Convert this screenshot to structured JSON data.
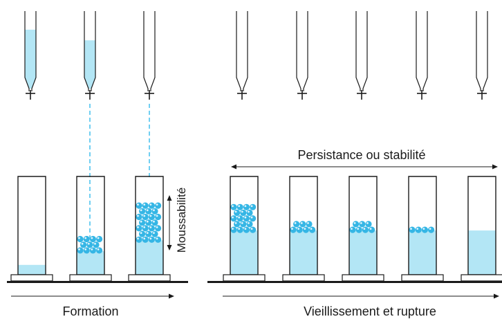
{
  "colors": {
    "liquid": "#b3e6f5",
    "bubble": "#35b6e5",
    "bubble_highlight": "#ffffff",
    "dashed_line": "#4cc3ee",
    "outline": "#1a1a1a",
    "background": "#ffffff"
  },
  "labels": {
    "formation": "Formation",
    "vieillissement": "Vieillissement et rupture",
    "persistance": "Persistance ou stabilité",
    "moussabilite": "Moussabilité"
  },
  "burettes": [
    {
      "fill": 0.72
    },
    {
      "fill": 0.56
    },
    {
      "fill": 0
    },
    {
      "fill": 0
    },
    {
      "fill": 0
    },
    {
      "fill": 0
    },
    {
      "fill": 0
    },
    {
      "fill": 0
    }
  ],
  "cylinders": [
    {
      "liquid": 0.1,
      "foam_rows": 0
    },
    {
      "liquid": 0.24,
      "foam_rows": 3
    },
    {
      "liquid": 0.35,
      "foam_rows": 7
    },
    {
      "liquid": 0.45,
      "foam_rows": 5
    },
    {
      "liquid": 0.45,
      "foam_rows": 2
    },
    {
      "liquid": 0.45,
      "foam_rows": 2
    },
    {
      "liquid": 0.45,
      "foam_rows": 1
    },
    {
      "liquid": 0.45,
      "foam_rows": 0
    }
  ]
}
